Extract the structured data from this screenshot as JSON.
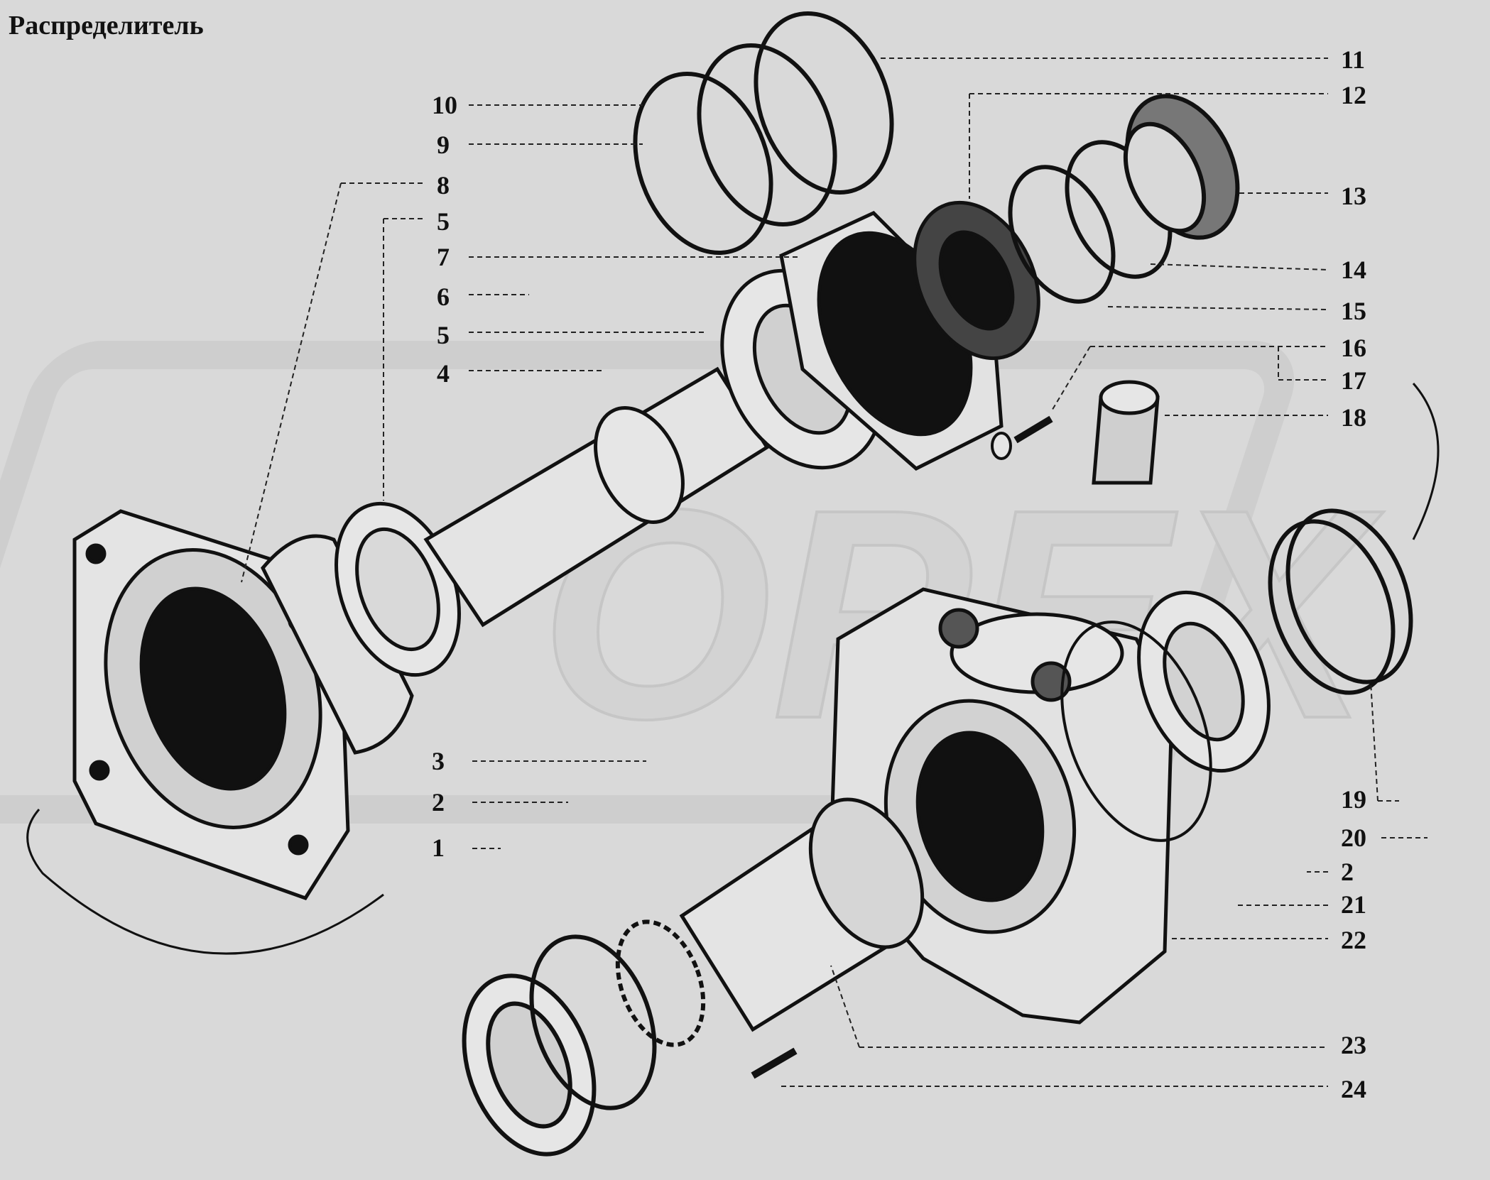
{
  "title": "Распределитель",
  "watermark": {
    "text": "OPEX",
    "color": "#c8c8c8"
  },
  "colors": {
    "background": "#d9d9d9",
    "ink": "#111111"
  },
  "callouts": [
    {
      "id": "11",
      "label": "11"
    },
    {
      "id": "10",
      "label": "10"
    },
    {
      "id": "12",
      "label": "12"
    },
    {
      "id": "9",
      "label": "9"
    },
    {
      "id": "8",
      "label": "8"
    },
    {
      "id": "13",
      "label": "13"
    },
    {
      "id": "5a",
      "label": "5"
    },
    {
      "id": "7",
      "label": "7"
    },
    {
      "id": "14",
      "label": "14"
    },
    {
      "id": "6",
      "label": "6"
    },
    {
      "id": "15",
      "label": "15"
    },
    {
      "id": "5b",
      "label": "5"
    },
    {
      "id": "16",
      "label": "16"
    },
    {
      "id": "4",
      "label": "4"
    },
    {
      "id": "17",
      "label": "17"
    },
    {
      "id": "18",
      "label": "18"
    },
    {
      "id": "3",
      "label": "3"
    },
    {
      "id": "19",
      "label": "19"
    },
    {
      "id": "2a",
      "label": "2"
    },
    {
      "id": "20",
      "label": "20"
    },
    {
      "id": "1",
      "label": "1"
    },
    {
      "id": "2b",
      "label": "2"
    },
    {
      "id": "21",
      "label": "21"
    },
    {
      "id": "22",
      "label": "22"
    },
    {
      "id": "23",
      "label": "23"
    },
    {
      "id": "24",
      "label": "24"
    }
  ]
}
